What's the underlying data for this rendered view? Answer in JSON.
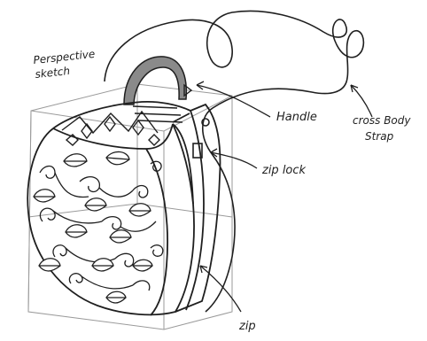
{
  "sketch": {
    "heading_line1": "Perspective",
    "heading_line2": "sketch",
    "labels": {
      "handle": "Handle",
      "strap_line1": "cross Body",
      "strap_line2": "Strap",
      "zip_lock": "zip lock",
      "zip": "zip"
    }
  },
  "colors": {
    "ink": "#1f1f1f",
    "pencil": "#9a9a9a",
    "handle_fill": "#8a8a8a",
    "paper": "#ffffff"
  }
}
